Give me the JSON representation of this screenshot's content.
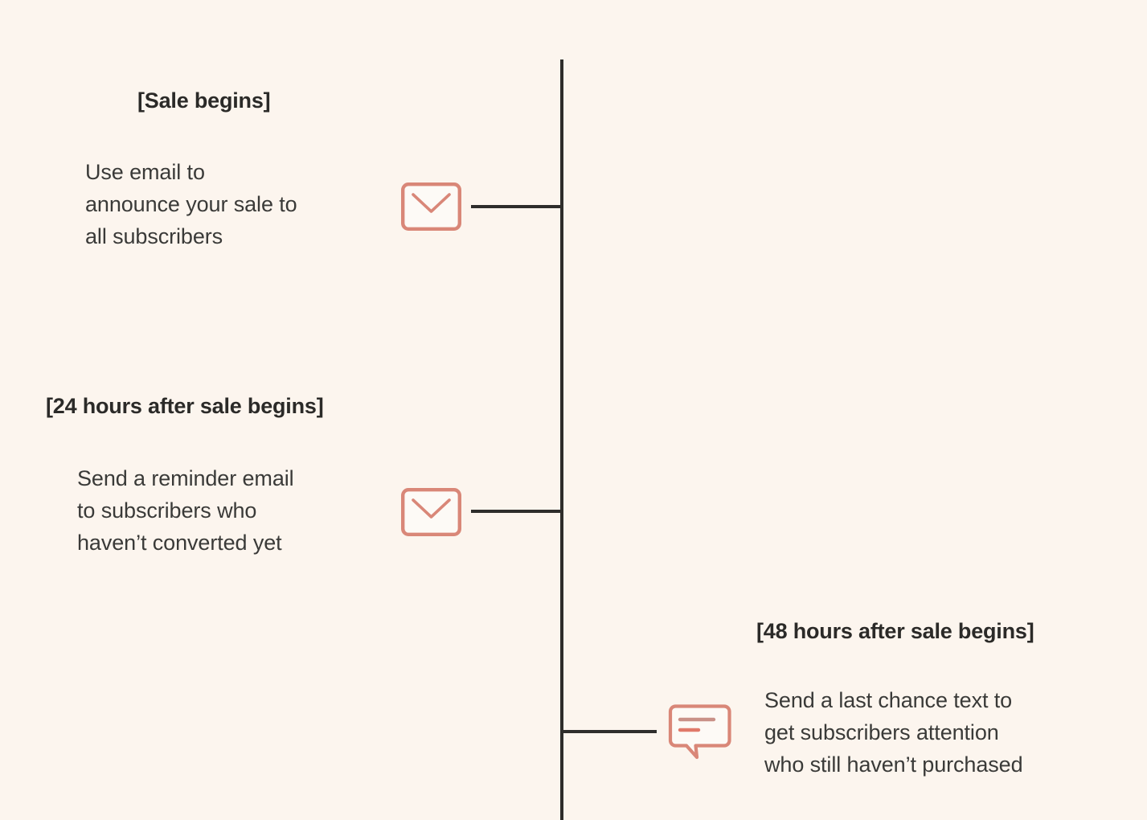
{
  "diagram": {
    "type": "vertical-timeline",
    "background_color": "#FCF5EE",
    "axis_color": "#2E2D2B",
    "accent_color": "#D98778",
    "icon_fill_color": "#FDFAF6",
    "text_color": "#2B2A28",
    "events": [
      {
        "id": "sale-begins",
        "header": "[Sale begins]",
        "body": "Use email to\nannounce your sale to\nall subscribers",
        "icon": "envelope-icon",
        "side": "left"
      },
      {
        "id": "24-hours-after",
        "header": "[24 hours after sale begins]",
        "body": "Send a reminder email\nto subscribers who\nhaven’t converted yet",
        "icon": "envelope-icon",
        "side": "left"
      },
      {
        "id": "48-hours-after",
        "header": "[48 hours after sale begins]",
        "body": "Send a last chance text to\nget subscribers attention\nwho still haven’t purchased",
        "icon": "message-bubble-icon",
        "side": "right"
      }
    ]
  }
}
